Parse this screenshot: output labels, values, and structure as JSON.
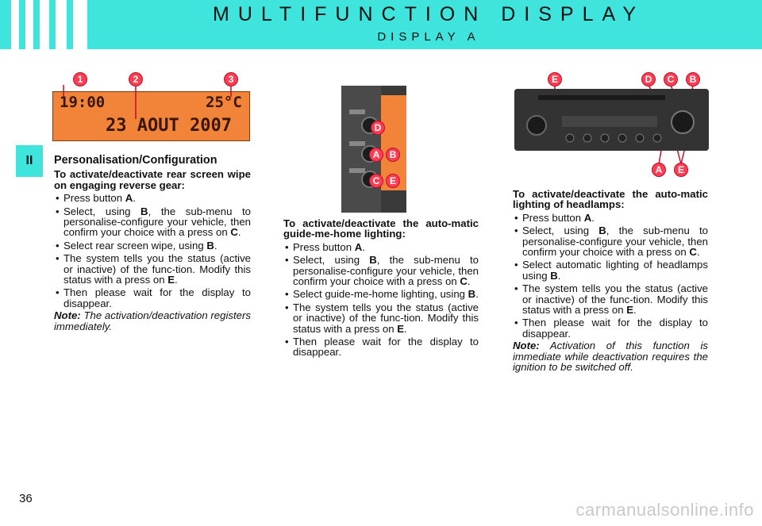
{
  "header": {
    "title": "MULTIFUNCTION DISPLAY",
    "subtitle": "DISPLAY A"
  },
  "section_tab": "II",
  "lcd": {
    "time": "19:00",
    "temp": "25°C",
    "date": "23 AOUT 2007"
  },
  "badges_top": [
    "1",
    "2",
    "3"
  ],
  "badges_panel": [
    "D",
    "A",
    "B",
    "C",
    "E"
  ],
  "badges_radio": [
    "E",
    "D",
    "C",
    "B",
    "A",
    "E"
  ],
  "col1": {
    "heading": "Personalisation/Configuration",
    "lead": "To activate/deactivate rear screen wipe on engaging reverse gear:",
    "items": [
      [
        "Press button ",
        "A",
        "."
      ],
      [
        "Select, using ",
        "B",
        ", the sub-menu to personalise-configure your vehicle, then confirm your choice with a press on ",
        "C",
        "."
      ],
      [
        "Select rear screen wipe, using ",
        "B",
        "."
      ],
      [
        "The system tells you the status (active or inactive) of the func-tion. Modify this status with a press on ",
        "E",
        "."
      ],
      [
        "Then please wait for the display to disappear."
      ]
    ],
    "note_label": "Note:",
    "note": "The activation/deactivation registers immediately."
  },
  "col2": {
    "lead": "To activate/deactivate the auto-matic guide-me-home lighting:",
    "items": [
      [
        "Press button ",
        "A",
        "."
      ],
      [
        "Select, using ",
        "B",
        ", the sub-menu to personalise-configure your vehicle, then confirm your choice with a press on ",
        "C",
        "."
      ],
      [
        "Select guide-me-home lighting, using ",
        "B",
        "."
      ],
      [
        "The system tells you the status (active or inactive) of the func-tion. Modify this status with a press on ",
        "E",
        "."
      ],
      [
        "Then please wait for the display to disappear."
      ]
    ]
  },
  "col3": {
    "lead": "To activate/deactivate the auto-matic lighting of headlamps:",
    "items": [
      [
        "Press button ",
        "A",
        "."
      ],
      [
        "Select, using ",
        "B",
        ", the sub-menu to personalise-configure your vehicle, then confirm your choice with a press on ",
        "C",
        "."
      ],
      [
        "Select automatic lighting of headlamps using ",
        "B",
        "."
      ],
      [
        "The system tells you the status (active or inactive) of the func-tion. Modify this status with a press on ",
        "E",
        "."
      ],
      [
        "Then please wait for the display to disappear."
      ]
    ],
    "note_label": "Note:",
    "note": "Activation of this function is immediate while deactivation requires the ignition to be switched off."
  },
  "page_number": "36",
  "watermark": "carmanualsonline.info",
  "colors": {
    "header": "#3fe4dc",
    "badge": "#ff3d52",
    "lcd": "#f2843a"
  }
}
